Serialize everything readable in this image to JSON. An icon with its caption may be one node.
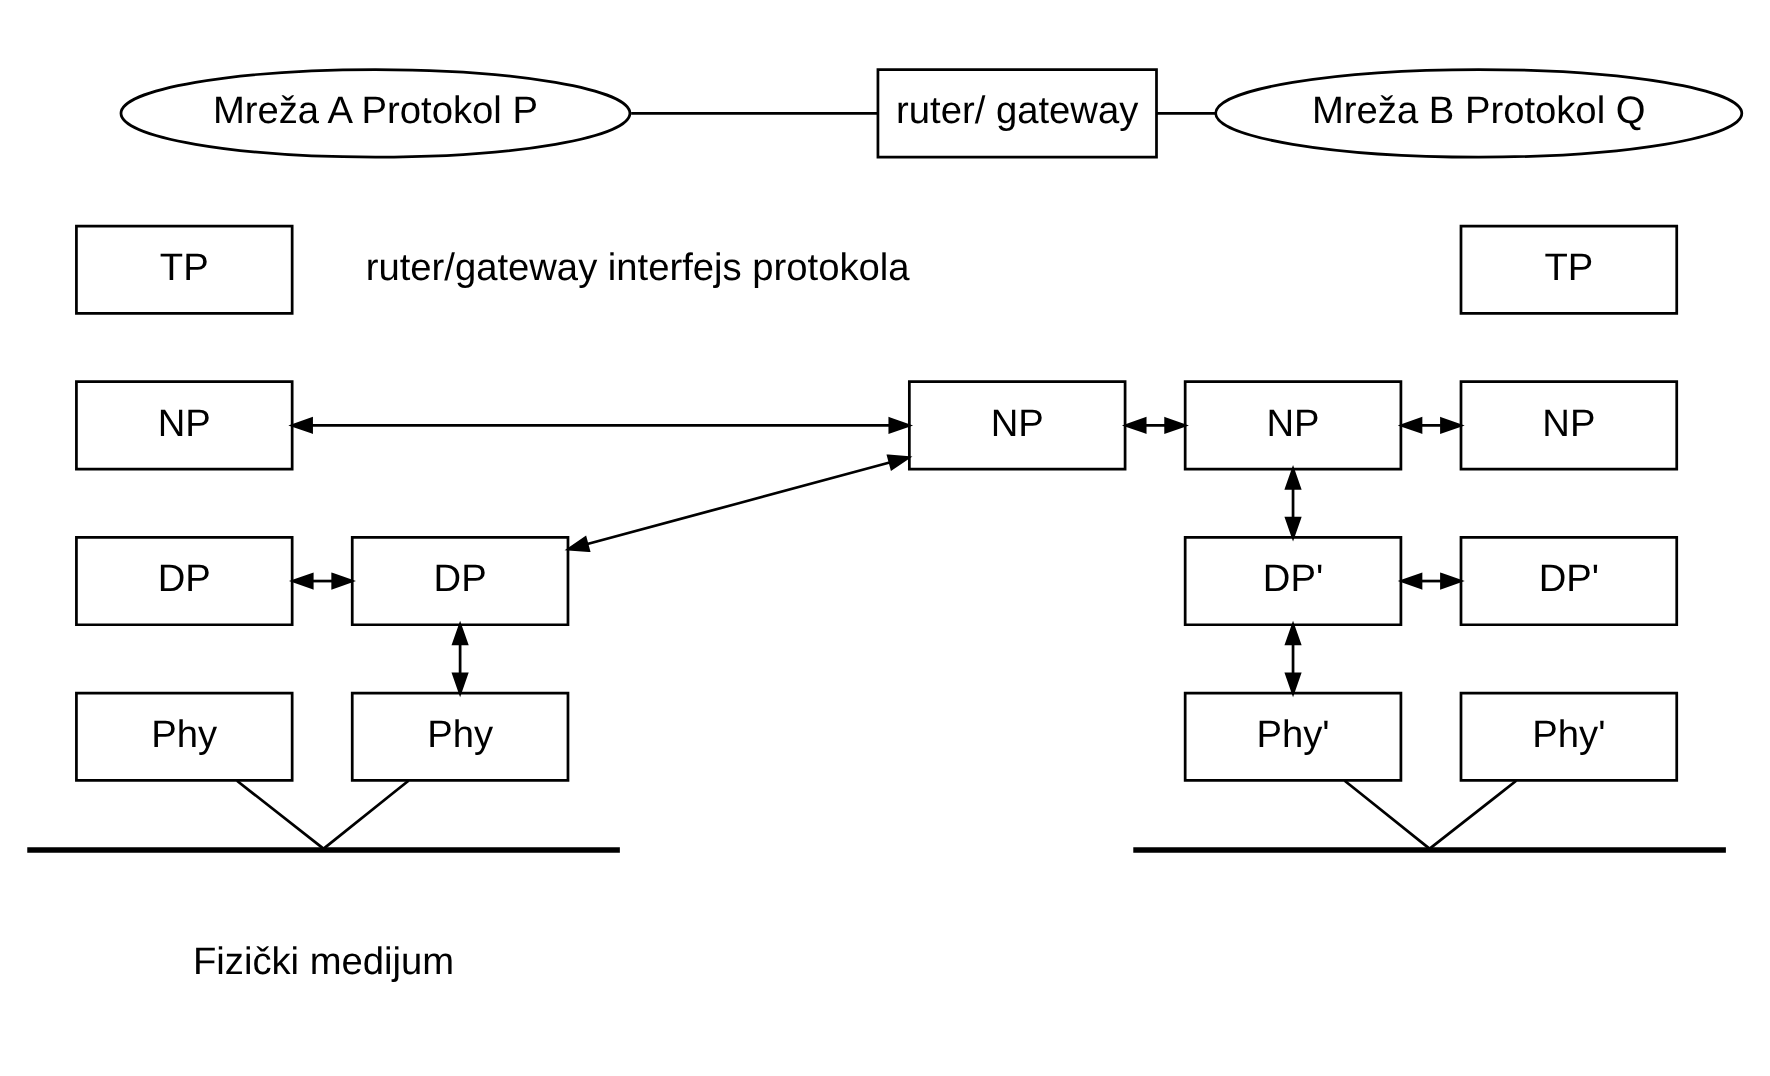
{
  "diagram": {
    "nodes": [
      {
        "text": [
          "Mreža A Protokol P"
        ]
      },
      {
        "text": [
          "ruter/ gateway"
        ]
      },
      {
        "text": [
          "Mreža B Protokol Q"
        ]
      },
      {
        "text": [
          "TP"
        ]
      },
      {
        "text": [
          "NP"
        ]
      },
      {
        "text": [
          "DP"
        ]
      },
      {
        "text": [
          "Phy"
        ]
      },
      {
        "text": [
          "NP"
        ]
      },
      {
        "text": [
          "DP"
        ]
      },
      {
        "text": [
          "Phy"
        ]
      },
      {
        "text": [
          "NP"
        ]
      },
      {
        "text": [
          "DP'"
        ]
      },
      {
        "text": [
          "Phy'"
        ]
      },
      {
        "text": [
          "TP"
        ]
      },
      {
        "text": [
          "NP"
        ]
      },
      {
        "text": [
          "DP'"
        ]
      },
      {
        "text": [
          "Phy'"
        ]
      },
      {
        "text": [],
        "shape": "bar"
      },
      {
        "text": [],
        "shape": "bar"
      }
    ],
    "edges": [
      {
        "from": 0,
        "to": 1,
        "arrow": "none"
      },
      {
        "from": 1,
        "to": 2,
        "arrow": "none"
      },
      {
        "from": 4,
        "to": 7,
        "arrow": "both"
      },
      {
        "from": 5,
        "to": 8,
        "arrow": "both"
      },
      {
        "from": 7,
        "to": 10,
        "arrow": "both"
      },
      {
        "from": 7,
        "to": 8,
        "arrow": "both"
      },
      {
        "from": 8,
        "to": 9,
        "arrow": "both"
      },
      {
        "from": 10,
        "to": 11,
        "arrow": "both"
      },
      {
        "from": 11,
        "to": 12,
        "arrow": "both"
      },
      {
        "from": 10,
        "to": 14,
        "arrow": "both"
      },
      {
        "from": 11,
        "to": 15,
        "arrow": "both"
      },
      {
        "from": 6,
        "to": 17,
        "arrow": "none"
      },
      {
        "from": 9,
        "to": 17,
        "arrow": "none"
      },
      {
        "from": 12,
        "to": 18,
        "arrow": "none"
      },
      {
        "from": 16,
        "to": 18,
        "arrow": "none"
      }
    ],
    "labels": [
      "ruter/gateway interfejs protokola",
      "Fizički medijum"
    ]
  }
}
